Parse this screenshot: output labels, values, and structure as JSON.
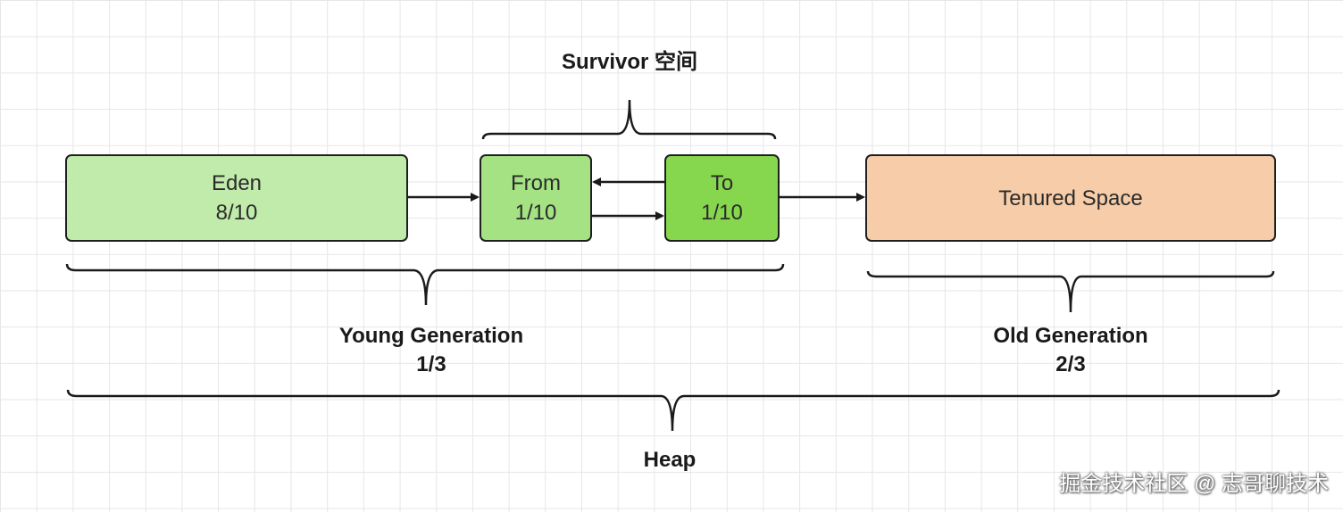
{
  "colors": {
    "eden_fill": "#c1ebaa",
    "from_fill": "#a4e283",
    "to_fill": "#86d64e",
    "tenured_fill": "#f7cca8",
    "stroke": "#1f1f1f"
  },
  "survivor": {
    "title": "Survivor 空间"
  },
  "boxes": {
    "eden": {
      "name": "Eden",
      "ratio": "8/10"
    },
    "from": {
      "name": "From",
      "ratio": "1/10"
    },
    "to": {
      "name": "To",
      "ratio": "1/10"
    },
    "tenured": {
      "name": "Tenured Space"
    }
  },
  "young_generation": {
    "title": "Young Generation",
    "ratio": "1/3"
  },
  "old_generation": {
    "title": "Old Generation",
    "ratio": "2/3"
  },
  "heap": {
    "title": "Heap"
  },
  "watermark": "掘金技术社区 @ 志哥聊技术"
}
